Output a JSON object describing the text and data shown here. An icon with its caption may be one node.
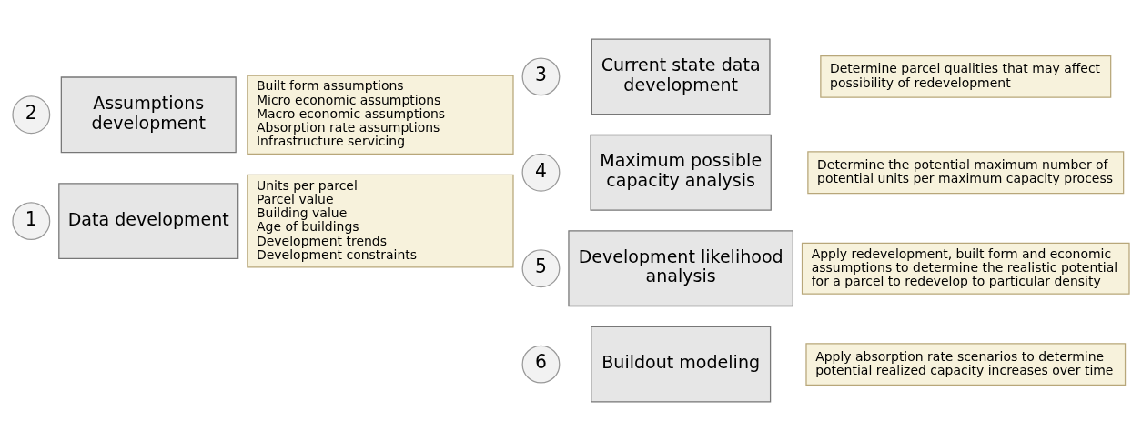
{
  "diagram": {
    "nodes": [
      {
        "text": [
          "1"
        ]
      },
      {
        "text": [
          "Data development"
        ]
      },
      {
        "text": [
          "Units per parcel",
          "Parcel value",
          "Building value",
          "Age of buildings",
          "Development trends",
          "Development constraints"
        ]
      },
      {
        "text": [
          "2"
        ]
      },
      {
        "text": [
          "Assumptions development"
        ]
      },
      {
        "text": [
          "Built form assumptions",
          "Micro economic assumptions",
          "Macro economic assumptions",
          "Absorption rate assumptions",
          "Infrastructure servicing"
        ]
      },
      {
        "text": [
          "3"
        ]
      },
      {
        "text": [
          "Current state data development"
        ]
      },
      {
        "text": [
          "Determine parcel qualities that may affect possibility of redevelopment"
        ]
      },
      {
        "text": [
          "4"
        ]
      },
      {
        "text": [
          "Maximum possible capacity analysis"
        ]
      },
      {
        "text": [
          "Determine the potential maximum number of potential units per maximum capacity process"
        ]
      },
      {
        "text": [
          "5"
        ]
      },
      {
        "text": [
          "Development likelihood analysis"
        ]
      },
      {
        "text": [
          "Apply redevelopment, built form and economic assumptions to determine the realistic potential for a parcel to redevelop to particular density"
        ]
      },
      {
        "text": [
          "6"
        ]
      },
      {
        "text": [
          "Buildout modeling"
        ]
      },
      {
        "text": [
          "Apply absorption rate scenarios to determine potential realized capacity increases over time"
        ]
      }
    ]
  }
}
